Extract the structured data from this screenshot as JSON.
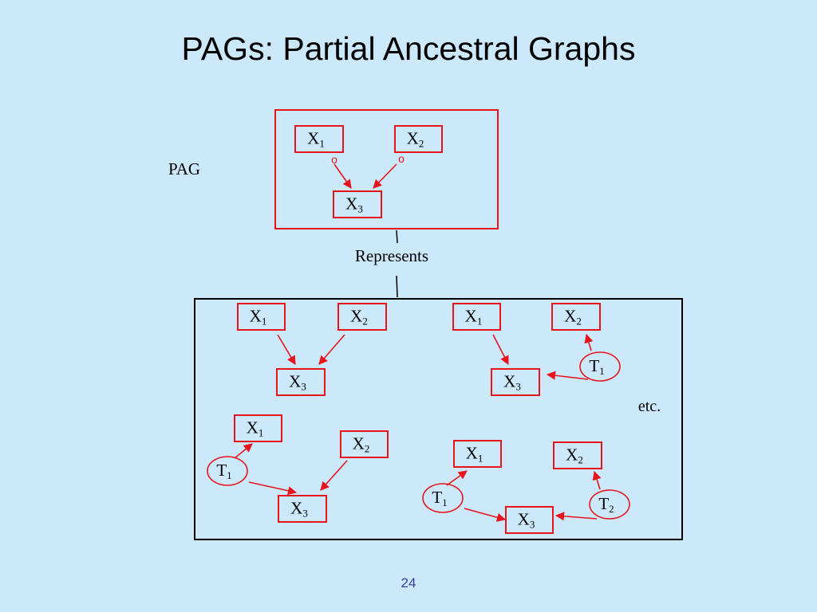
{
  "title": "PAGs: Partial Ancestral Graphs",
  "slide_number": "24",
  "colors": {
    "background": "#cce9fb",
    "node_border": "#e8141c",
    "arrow": "#e8141c",
    "outer_box": "#000000",
    "slide_number": "#3a3aa8"
  },
  "labels": {
    "pag": "PAG",
    "represents": "Represents",
    "etc": "etc."
  },
  "variables": {
    "x": "X",
    "t": "T",
    "subscripts": {
      "one": "1",
      "two": "2",
      "three": "3"
    }
  },
  "pag_endpoint_mark": "o"
}
